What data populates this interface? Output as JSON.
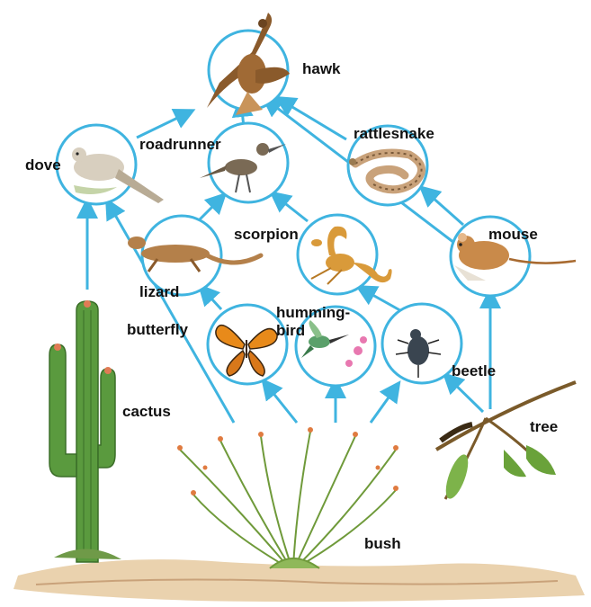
{
  "colors": {
    "arrow": "#3fb4e0",
    "circle": "#3fb4e0",
    "label": "#111111",
    "ground": "#e8c9a0",
    "plant_green": "#4f8f3a"
  },
  "organisms": {
    "hawk": "hawk",
    "dove": "dove",
    "roadrunner": "roadrunner",
    "rattlesnake": "rattlesnake",
    "scorpion": "scorpion",
    "mouse": "mouse",
    "lizard": "lizard",
    "butterfly": "butterfly",
    "hummingbird": "humming-\nbird",
    "beetle": "beetle",
    "cactus": "cactus",
    "tree": "tree",
    "bush": "bush"
  },
  "food_chain_links": [
    {
      "from": "dove",
      "to": "hawk"
    },
    {
      "from": "roadrunner",
      "to": "hawk"
    },
    {
      "from": "rattlesnake",
      "to": "hawk"
    },
    {
      "from": "mouse",
      "to": "hawk"
    },
    {
      "from": "mouse",
      "to": "rattlesnake"
    },
    {
      "from": "lizard",
      "to": "roadrunner"
    },
    {
      "from": "scorpion",
      "to": "roadrunner"
    },
    {
      "from": "butterfly",
      "to": "lizard"
    },
    {
      "from": "beetle",
      "to": "scorpion"
    },
    {
      "from": "cactus",
      "to": "dove"
    },
    {
      "from": "bush",
      "to": "dove"
    },
    {
      "from": "bush",
      "to": "butterfly"
    },
    {
      "from": "bush",
      "to": "hummingbird"
    },
    {
      "from": "bush",
      "to": "beetle"
    },
    {
      "from": "tree",
      "to": "beetle"
    },
    {
      "from": "tree",
      "to": "mouse"
    }
  ]
}
